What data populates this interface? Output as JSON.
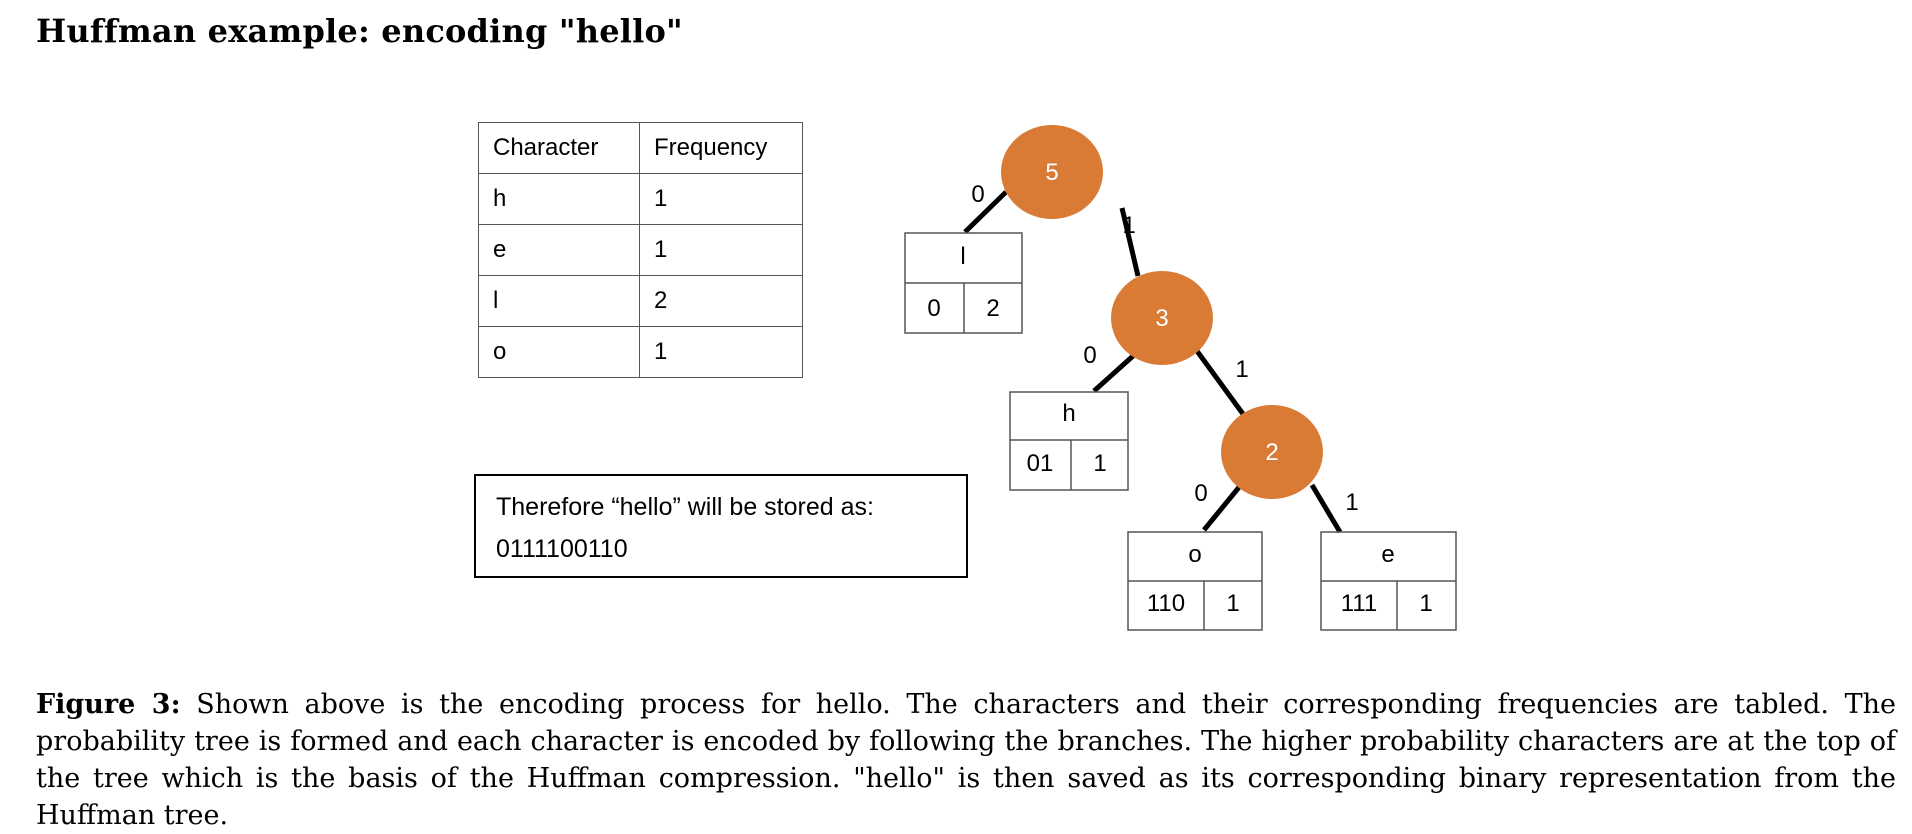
{
  "heading": "Huffman example: encoding \"hello\"",
  "frequency_table": {
    "headers": [
      "Character",
      "Frequency"
    ],
    "rows": [
      [
        "h",
        "1"
      ],
      [
        "e",
        "1"
      ],
      [
        "l",
        "2"
      ],
      [
        "o",
        "1"
      ]
    ]
  },
  "stored_box": {
    "line1": "Therefore “hello” will be stored as:",
    "line2": "0111100110"
  },
  "tree": {
    "internal_nodes": [
      "5",
      "3",
      "2"
    ],
    "leaves": {
      "l": {
        "char": "l",
        "code": "0",
        "freq": "2"
      },
      "h": {
        "char": "h",
        "code": "01",
        "freq": "1"
      },
      "o": {
        "char": "o",
        "code": "110",
        "freq": "1"
      },
      "e": {
        "char": "e",
        "code": "111",
        "freq": "1"
      }
    },
    "edge_labels": {
      "n5_left": "0",
      "n5_right": "1",
      "n3_left": "0",
      "n3_right": "1",
      "n2_left": "0",
      "n2_right": "1"
    },
    "node_color": "#d97b35"
  },
  "caption": {
    "label": "Figure 3:",
    "text": " Shown above is the encoding process for hello. The characters and their corresponding frequencies are tabled. The probability tree is formed and each character is encoded by following the branches. The higher probability characters are at the top of the tree which is the basis of the Huffman compression. \"hello\" is then saved as its corresponding binary representation from the Huffman tree."
  }
}
